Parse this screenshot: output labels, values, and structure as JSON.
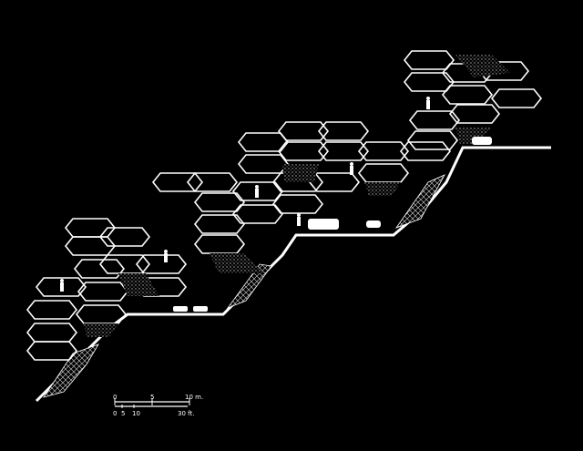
{
  "scale_bar": {
    "metric_labels": [
      "0",
      "5",
      "10 m."
    ],
    "imperial_labels": [
      "0",
      "5",
      "10",
      "30 ft."
    ]
  },
  "colors": {
    "background": "#000000",
    "line": "#ffffff",
    "hatch": "#9a9a9a"
  }
}
